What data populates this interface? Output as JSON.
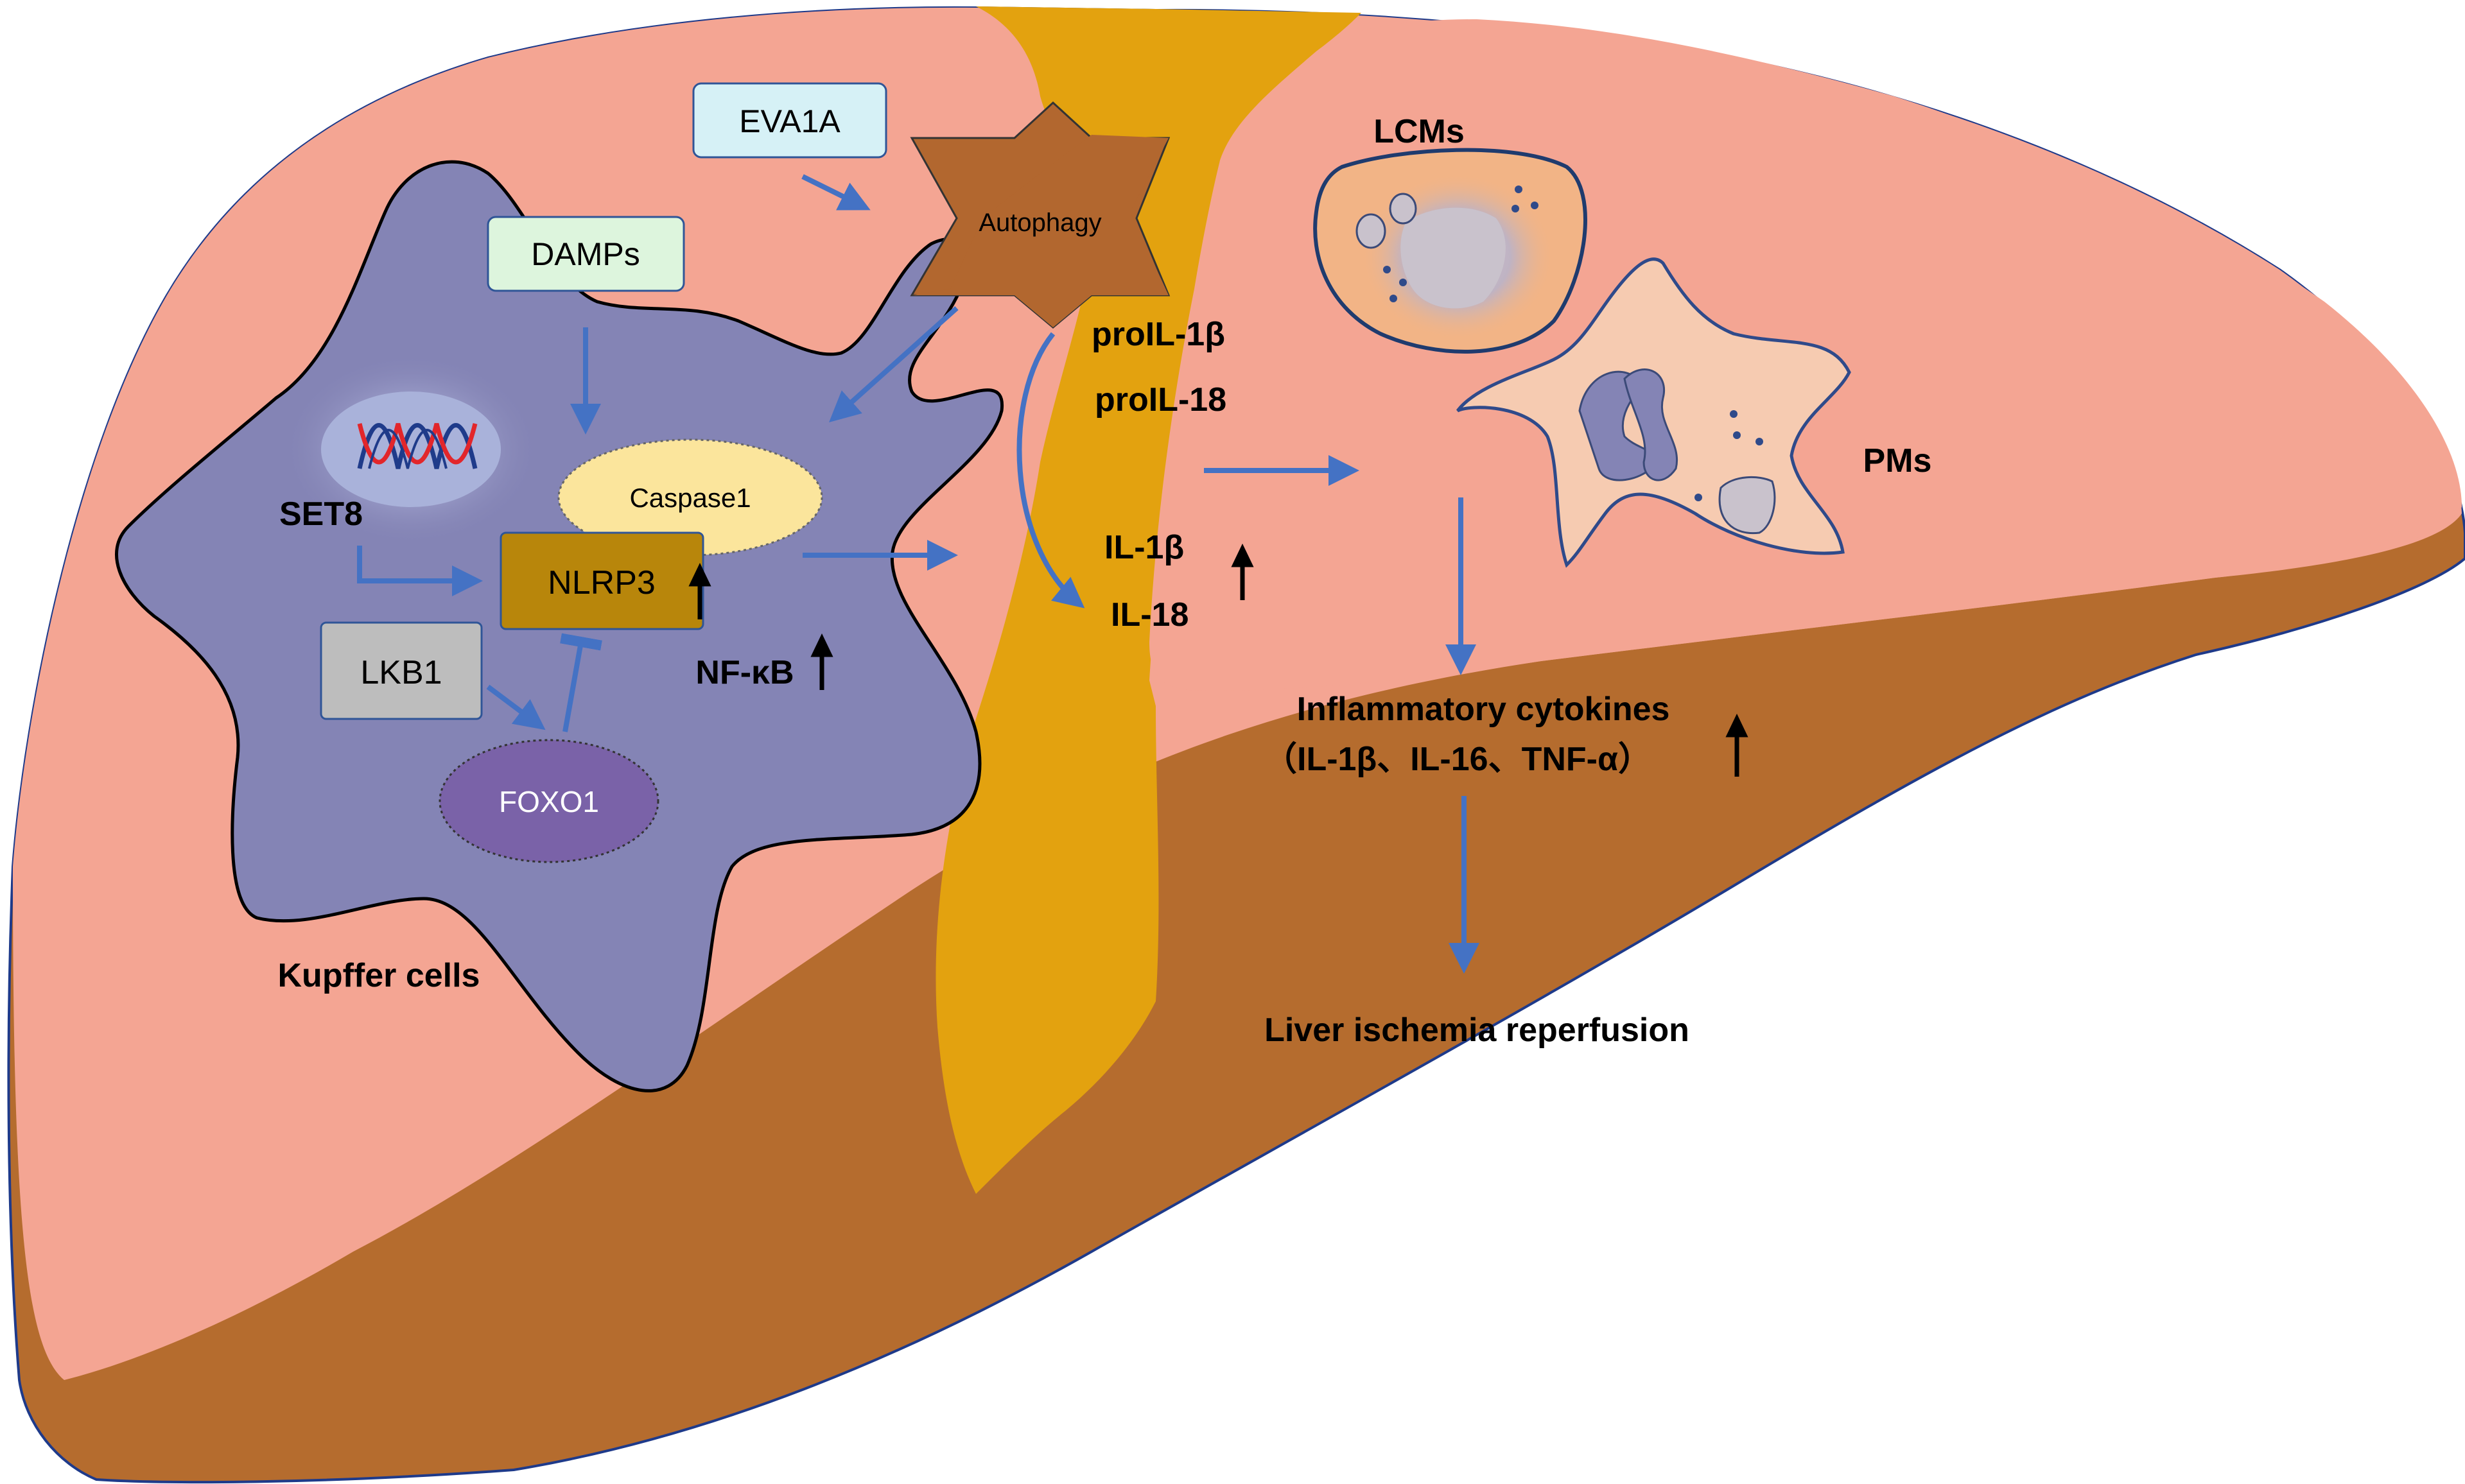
{
  "colors": {
    "liver_pink": "#F4A593",
    "liver_brown": "#B56C2E",
    "bile_yellow": "#E3A20F",
    "kupffer_purple": "#8484B5",
    "arrow_blue": "#4472C4",
    "eva1a_fill": "#D6F1F6",
    "damps_fill": "#DDF5DD",
    "lkb1_fill": "#BDBDBD",
    "nlrp3_fill": "#B8860B",
    "caspase_fill": "#FBE59C",
    "foxo1_fill": "#7A62A8",
    "autophagy_fill": "#B2672F",
    "pm_fill": "#F6CBB1",
    "lcm_fill": "#F2B486"
  },
  "labels": {
    "eva1a": "EVA1A",
    "damps": "DAMPs",
    "autophagy": "Autophagy",
    "caspase1": "Caspase1",
    "set8": "SET8",
    "nlrp3": "NLRP3",
    "lkb1": "LKB1",
    "foxo1": "FOXO1",
    "nfkb": "NF-κB",
    "kupffer": "Kupffer cells",
    "proil1b": "proIL-1β",
    "proil18": "proIL-18",
    "il1b": "IL-1β",
    "il18": "IL-18",
    "lcms": "LCMs",
    "pms": "PMs",
    "cytokines_title": "Inflammatory cytokines",
    "cytokines_list": "（IL-1β、IL-16、TNF-α）",
    "outcome": "Liver ischemia reperfusion",
    "up_arrow": "↑"
  }
}
